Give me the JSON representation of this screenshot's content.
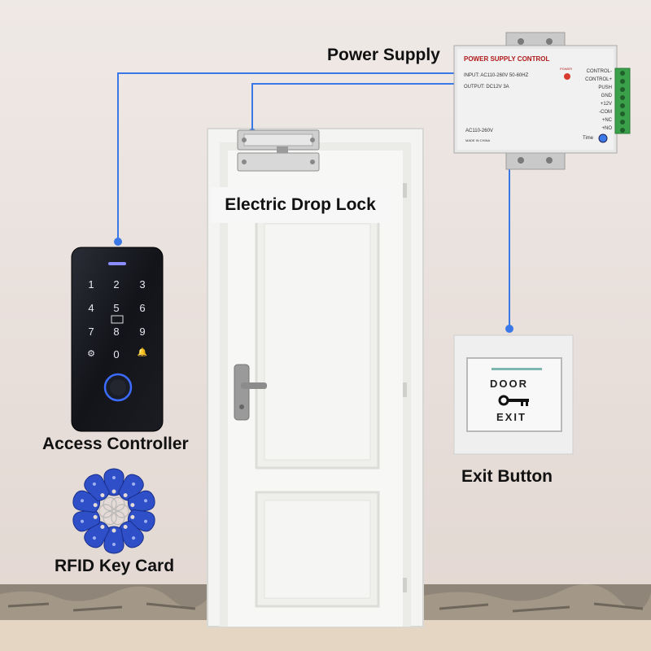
{
  "labels": {
    "power_supply": "Power Supply",
    "electric_drop_lock": "Electric Drop Lock",
    "access_controller": "Access Controller",
    "exit_button": "Exit Button",
    "rfid_key_card": "RFID Key Card"
  },
  "power_supply_unit": {
    "title": "POWER SUPPLY CONTROL",
    "input": "INPUT: AC110-260V 50-60HZ",
    "output": "OUTPUT: DC12V  3A",
    "power_led": "POWER",
    "model": "AC110-260V",
    "origin": "MADE IN CHINA",
    "time": "Time",
    "terminals": [
      "CONTROL-",
      "CONTROL+",
      "PUSH",
      "GND",
      "+12V",
      "-COM",
      "+NC",
      "+NO"
    ]
  },
  "keypad": {
    "keys": [
      "1",
      "2",
      "3",
      "4",
      "5",
      "6",
      "7",
      "8",
      "9",
      "⚙",
      "0",
      "🔔"
    ]
  },
  "exit_plate": {
    "top_word": "DOOR",
    "bottom_word": "EXIT"
  },
  "colors": {
    "wire": "#3b78e7",
    "wall": "#ede6e3",
    "keypad_body": "#111318",
    "rfid_fob": "#2f4fc8"
  }
}
